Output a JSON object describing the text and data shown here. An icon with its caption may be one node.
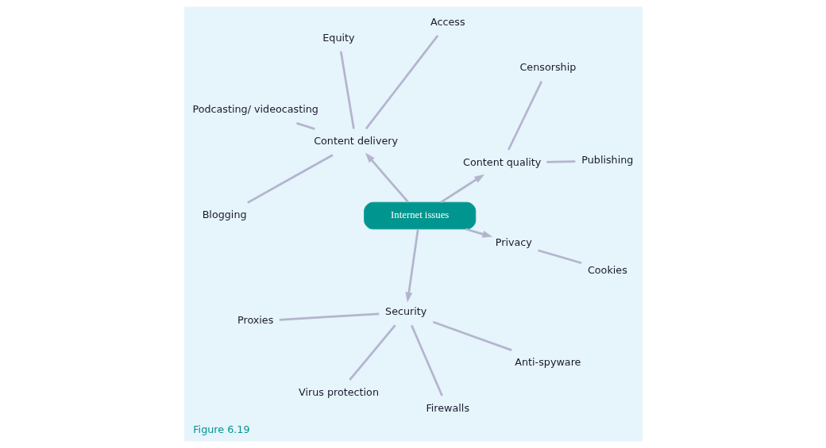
{
  "diagram": {
    "caption": "Figure 6.19",
    "nodes": [
      {
        "text": [
          "Internet issues"
        ]
      },
      {
        "text": [
          "Content quality"
        ]
      },
      {
        "text": [
          "Publishing"
        ]
      },
      {
        "text": [
          "Censorship"
        ]
      },
      {
        "text": [
          "Content delivery"
        ]
      },
      {
        "text": [
          "Access"
        ]
      },
      {
        "text": [
          "Equity"
        ]
      },
      {
        "text": [
          "Podcasting/ videocasting"
        ]
      },
      {
        "text": [
          "Blogging"
        ]
      },
      {
        "text": [
          "Security"
        ]
      },
      {
        "text": [
          "Proxies"
        ]
      },
      {
        "text": [
          "Virus protection"
        ]
      },
      {
        "text": [
          "Firewalls"
        ]
      },
      {
        "text": [
          "Anti-spyware"
        ]
      },
      {
        "text": [
          "Privacy"
        ]
      },
      {
        "text": [
          "Cookies"
        ]
      }
    ],
    "edges": [
      {
        "from": 0,
        "to": 1,
        "arrow": "to"
      },
      {
        "from": 2,
        "to": 1,
        "arrow": "none"
      },
      {
        "from": 3,
        "to": 1,
        "arrow": "none"
      },
      {
        "from": 0,
        "to": 4,
        "arrow": "to"
      },
      {
        "from": 5,
        "to": 4,
        "arrow": "none"
      },
      {
        "from": 6,
        "to": 4,
        "arrow": "none"
      },
      {
        "from": 7,
        "to": 4,
        "arrow": "none"
      },
      {
        "from": 8,
        "to": 4,
        "arrow": "none"
      },
      {
        "from": 0,
        "to": 9,
        "arrow": "to"
      },
      {
        "from": 9,
        "to": 10,
        "arrow": "none"
      },
      {
        "from": 9,
        "to": 11,
        "arrow": "none"
      },
      {
        "from": 9,
        "to": 12,
        "arrow": "none"
      },
      {
        "from": 9,
        "to": 13,
        "arrow": "none"
      },
      {
        "from": 0,
        "to": 14,
        "arrow": "to"
      },
      {
        "from": 14,
        "to": 15,
        "arrow": "none"
      }
    ]
  }
}
